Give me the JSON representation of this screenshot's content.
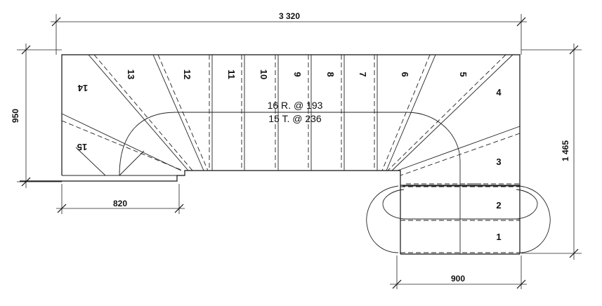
{
  "dimensions": {
    "total_width": "3 320",
    "left_depth": "950",
    "right_depth": "1 465",
    "bottom_left": "820",
    "bottom_right": "900"
  },
  "note": {
    "risers": "16 R. @ 193",
    "treads": "15 T. @ 236"
  },
  "steps": {
    "s1": "1",
    "s2": "2",
    "s3": "3",
    "s4": "4",
    "s5": "5",
    "s6": "6",
    "s7": "7",
    "s8": "8",
    "s9": "9",
    "s10": "10",
    "s11": "11",
    "s12": "12",
    "s13": "13",
    "s14": "14",
    "s15": "15"
  }
}
